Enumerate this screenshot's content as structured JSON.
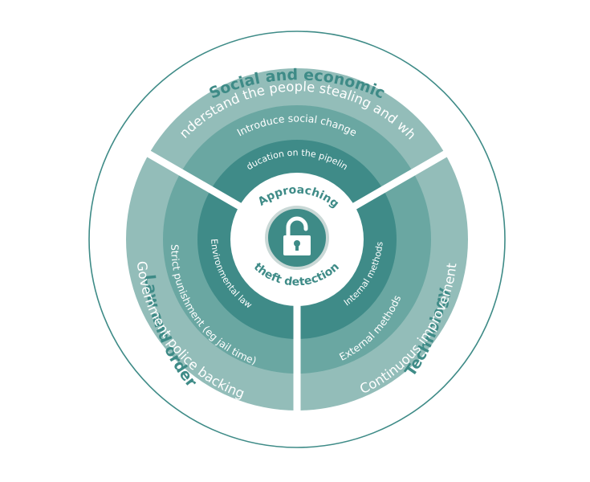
{
  "center": {
    "title_top": "Approaching",
    "title_bottom": "theft detection",
    "icon": "padlock-icon"
  },
  "categories": {
    "social": "Social and economic",
    "law": "Law and order",
    "technology": "Technology"
  },
  "segments": {
    "social": {
      "outer": "Understand the people stealing and why",
      "middle": "Introduce social change",
      "inner": "Education on the pipeline"
    },
    "law": {
      "outer": "Government police backing",
      "middle": "Strict punishment (eg jail time)",
      "inner": "Environmental law"
    },
    "technology": {
      "outer": "Continuous improvement",
      "middle": "External methods",
      "inner": "Internal methods"
    }
  },
  "colors": {
    "outer_circle": "#3e8b87",
    "ring_outer": "#93bdb9",
    "ring_middle": "#6aa7a2",
    "ring_inner": "#3f8b88",
    "core_outline": "#c9d8d6",
    "padlock": "#3e8b87",
    "text_dark": "#3e8b87",
    "text_light": "#ffffff"
  }
}
